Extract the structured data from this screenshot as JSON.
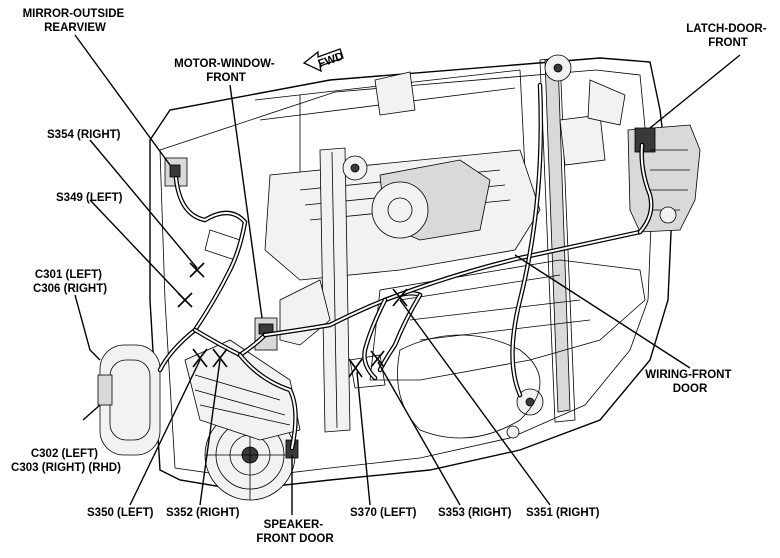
{
  "labels": {
    "mirror_outside_rearview": [
      "MIRROR-OUTSIDE",
      "REARVIEW"
    ],
    "motor_window_front": [
      "MOTOR-WINDOW-",
      "FRONT"
    ],
    "fwd": "FWD",
    "latch_door_front": [
      "LATCH-DOOR-",
      "FRONT"
    ],
    "s354": "S354 (RIGHT)",
    "s349": "S349 (LEFT)",
    "c301_c306": [
      "C301 (LEFT)",
      "C306 (RIGHT)"
    ],
    "wiring_front_door": [
      "WIRING-FRONT",
      "DOOR"
    ],
    "c302_c303": [
      "C302 (LEFT)",
      "C303 (RIGHT) (RHD)"
    ],
    "s350": "S350 (LEFT)",
    "s352": "S352 (RIGHT)",
    "speaker_front_door": [
      "SPEAKER-",
      "FRONT DOOR"
    ],
    "s370": "S370 (LEFT)",
    "s353": "S353 (RIGHT)",
    "s351": "S351 (RIGHT)"
  }
}
